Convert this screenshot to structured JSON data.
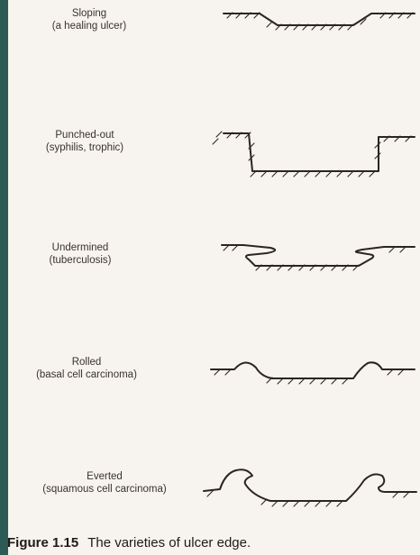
{
  "ulcer_types": [
    {
      "name": "Sloping",
      "cause": "(a healing ulcer)"
    },
    {
      "name": "Punched-out",
      "cause": "(syphilis, trophic)"
    },
    {
      "name": "Undermined",
      "cause": "(tuberculosis)"
    },
    {
      "name": "Rolled",
      "cause": "(basal cell carcinoma)"
    },
    {
      "name": "Everted",
      "cause": "(squamous cell carcinoma)"
    }
  ],
  "caption": {
    "figure": "Figure 1.15",
    "text": "The varieties of ulcer edge."
  }
}
